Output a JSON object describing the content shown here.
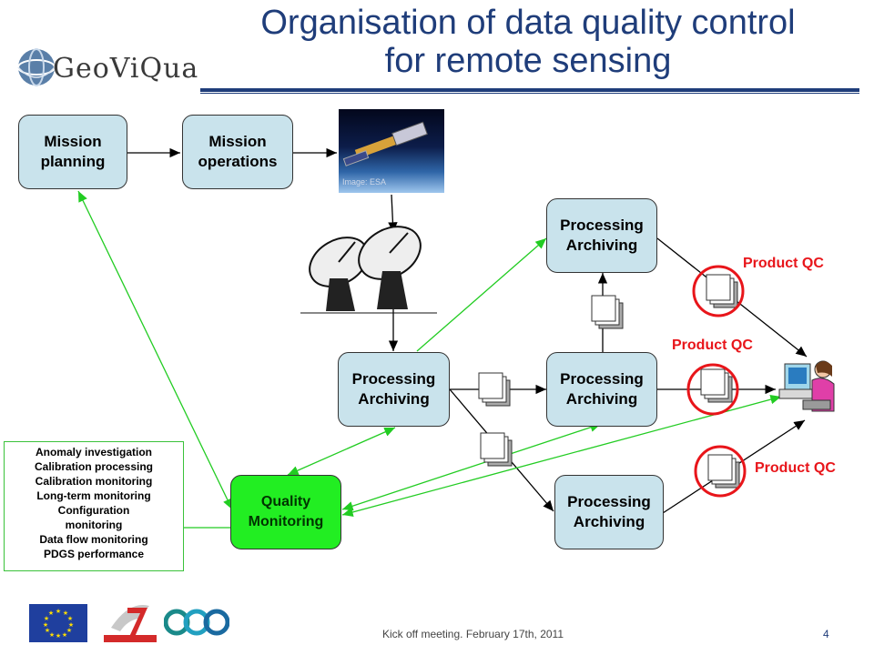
{
  "title": {
    "line1": "Organisation of data quality control",
    "line2": "for remote sensing"
  },
  "logo_text": "GeoViQua",
  "nodes": {
    "mission_planning": "Mission planning",
    "mission_operations": "Mission operations",
    "processing_top": "Processing Archiving",
    "processing_center": "Processing Archiving",
    "processing_right": "Processing Archiving",
    "processing_bottom": "Processing Archiving",
    "quality_monitoring": "Quality Monitoring"
  },
  "image_credit": "Image: ESA",
  "anomaly_list": [
    "Anomaly investigation",
    "Calibration processing",
    "Calibration monitoring",
    "Long-term monitoring",
    "Configuration",
    "monitoring",
    "Data flow monitoring",
    "PDGS performance"
  ],
  "product_qc": [
    "Product QC",
    "Product QC",
    "Product QC"
  ],
  "footer": "Kick off meeting. February 17th, 2011",
  "page_number": "4",
  "colors": {
    "title": "#1f3d7a",
    "node_fill": "#c9e3ec",
    "quality_fill": "#22ee22",
    "green_link": "#22dd22",
    "qc_red": "#e8151a"
  },
  "icons": [
    "satellite-image",
    "satellite-dish-icon",
    "document-stack-icon",
    "user-at-computer-icon",
    "eu-flag-logo",
    "fp7-logo",
    "geo-logo"
  ]
}
